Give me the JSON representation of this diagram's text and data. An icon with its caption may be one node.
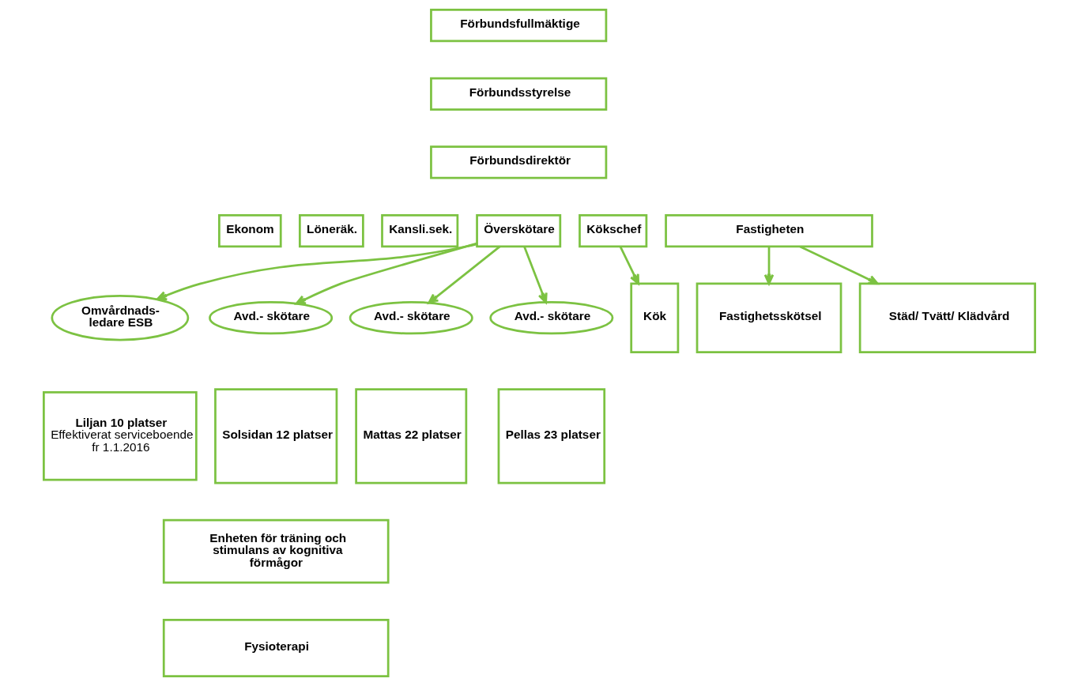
{
  "diagram": {
    "nodes": [
      {
        "text": [
          "Förbundsfullmäktige"
        ]
      },
      {
        "text": [
          "Förbundsstyrelse"
        ]
      },
      {
        "text": [
          "Förbundsdirektör"
        ]
      },
      {
        "text": [
          "Ekonom"
        ]
      },
      {
        "text": [
          "Löneräk."
        ]
      },
      {
        "text": [
          "Kansli.sek."
        ]
      },
      {
        "text": [
          "Överskötare"
        ]
      },
      {
        "text": [
          "Kökschef"
        ]
      },
      {
        "text": [
          "Fastigheten"
        ]
      },
      {
        "text": [
          "Omvårdnads- ledare ESB"
        ]
      },
      {
        "text": [
          "Avd.- skötare"
        ]
      },
      {
        "text": [
          "Avd.- skötare"
        ]
      },
      {
        "text": [
          "Avd.- skötare"
        ]
      },
      {
        "text": [
          "Kök"
        ]
      },
      {
        "text": [
          "Fastighetsskötsel"
        ]
      },
      {
        "text": [
          "Städ/ Tvätt/ Klädvård"
        ]
      },
      {
        "text": [
          "Liljan 10 platser",
          "Effektiverat serviceboende fr 1.1.2016"
        ]
      },
      {
        "text": [
          "Solsidan 12 platser"
        ]
      },
      {
        "text": [
          "Mattas 22 platser"
        ]
      },
      {
        "text": [
          "Pellas 23 platser"
        ]
      },
      {
        "text": [
          "Enheten för träning och stimulans av kognitiva förmågor"
        ]
      },
      {
        "text": [
          "Fysioterapi"
        ]
      }
    ],
    "edges": [
      {
        "from": 6,
        "to": 9,
        "arrow": "to"
      },
      {
        "from": 6,
        "to": 10,
        "arrow": "to"
      },
      {
        "from": 6,
        "to": 11,
        "arrow": "to"
      },
      {
        "from": 6,
        "to": 12,
        "arrow": "to"
      },
      {
        "from": 7,
        "to": 13,
        "arrow": "to"
      },
      {
        "from": 8,
        "to": 14,
        "arrow": "to"
      },
      {
        "from": 8,
        "to": 15,
        "arrow": "to"
      }
    ]
  }
}
